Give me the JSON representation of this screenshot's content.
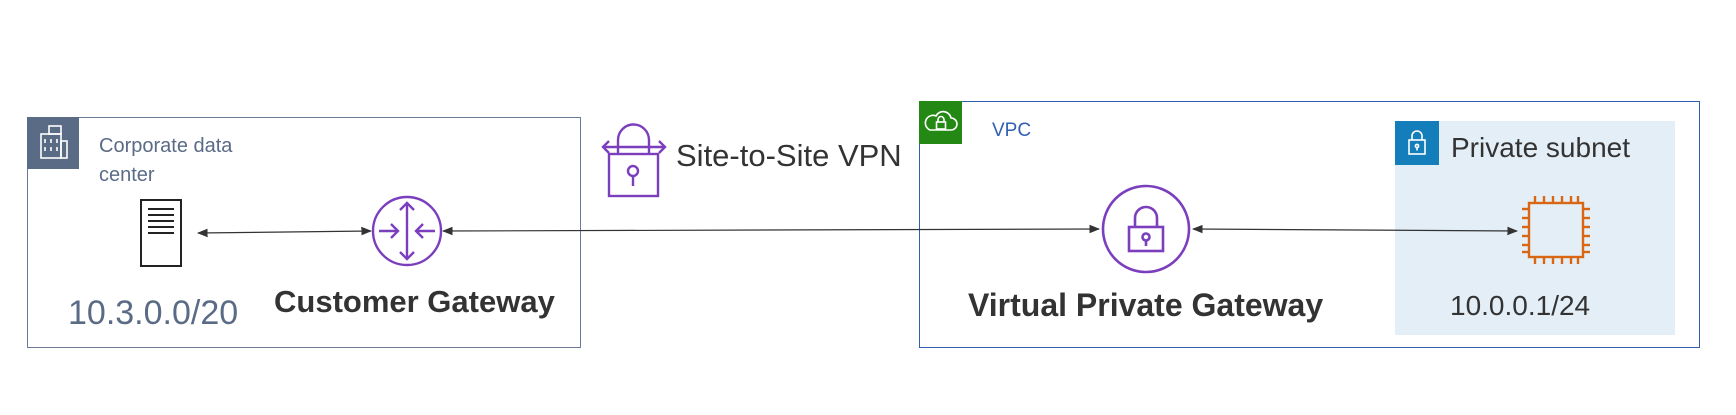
{
  "datacenter": {
    "label": "Corporate data center",
    "cidr": "10.3.0.0/20",
    "icon": "building-icon"
  },
  "customer_gateway": {
    "label": "Customer Gateway",
    "icon": "router-icon"
  },
  "vpn": {
    "label": "Site-to-Site VPN",
    "icon": "vpn-lock-icon"
  },
  "vpc": {
    "label": "VPC",
    "icon": "cloud-lock-icon"
  },
  "virtual_private_gateway": {
    "label": "Virtual Private Gateway",
    "icon": "padlock-circle-icon"
  },
  "private_subnet": {
    "label": "Private subnet",
    "cidr": "10.0.0.1/24",
    "icon": "lock-icon"
  },
  "instance": {
    "icon": "chip-icon"
  },
  "colors": {
    "datacenter_border": "#6a7a96",
    "vpc_border": "#2f5fb0",
    "vpc_tag": "#248814",
    "subnet_fill": "#e4eef6",
    "subnet_tag": "#147eba",
    "network_purple": "#7b3fbe",
    "compute_orange": "#d86613"
  }
}
